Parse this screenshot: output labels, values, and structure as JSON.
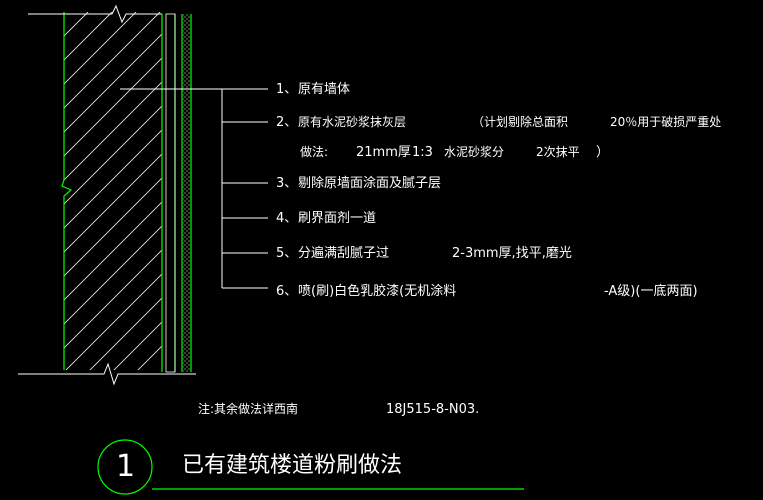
{
  "layers": [
    {
      "no": "1、",
      "text": "原有墙体"
    },
    {
      "no": "2、",
      "text": "原有水泥砂浆抹灰层",
      "extra": "（计划剔除总面积",
      "percent": "20％用于破损严重处"
    },
    {
      "no": "3、",
      "text": "剔除原墙面涂面及腻子层"
    },
    {
      "no": "4、",
      "text": "刷界面剂一道"
    },
    {
      "no": "5、",
      "text": "分遍满刮腻子过",
      "extra": "2-3mm厚,找平,磨光"
    },
    {
      "no": "6、",
      "text": "喷(刷)白色乳胶漆(无机涂料",
      "extra": "-A级)(一底两面)"
    }
  ],
  "method": {
    "label": "做法:",
    "thickness": "21mm厚",
    "ratio": "1:3",
    "material": "水泥砂浆分",
    "times": "2次抹平",
    "close": "）"
  },
  "note": {
    "text": "注:其余做法详西南",
    "ref": "18J515-8-N03."
  },
  "title": {
    "number": "1",
    "text": "已有建筑楼道粉刷做法"
  },
  "colors": {
    "green": "#00ff00",
    "white": "#ffffff",
    "hatch": "#e8e8e8",
    "background": "#000000"
  }
}
